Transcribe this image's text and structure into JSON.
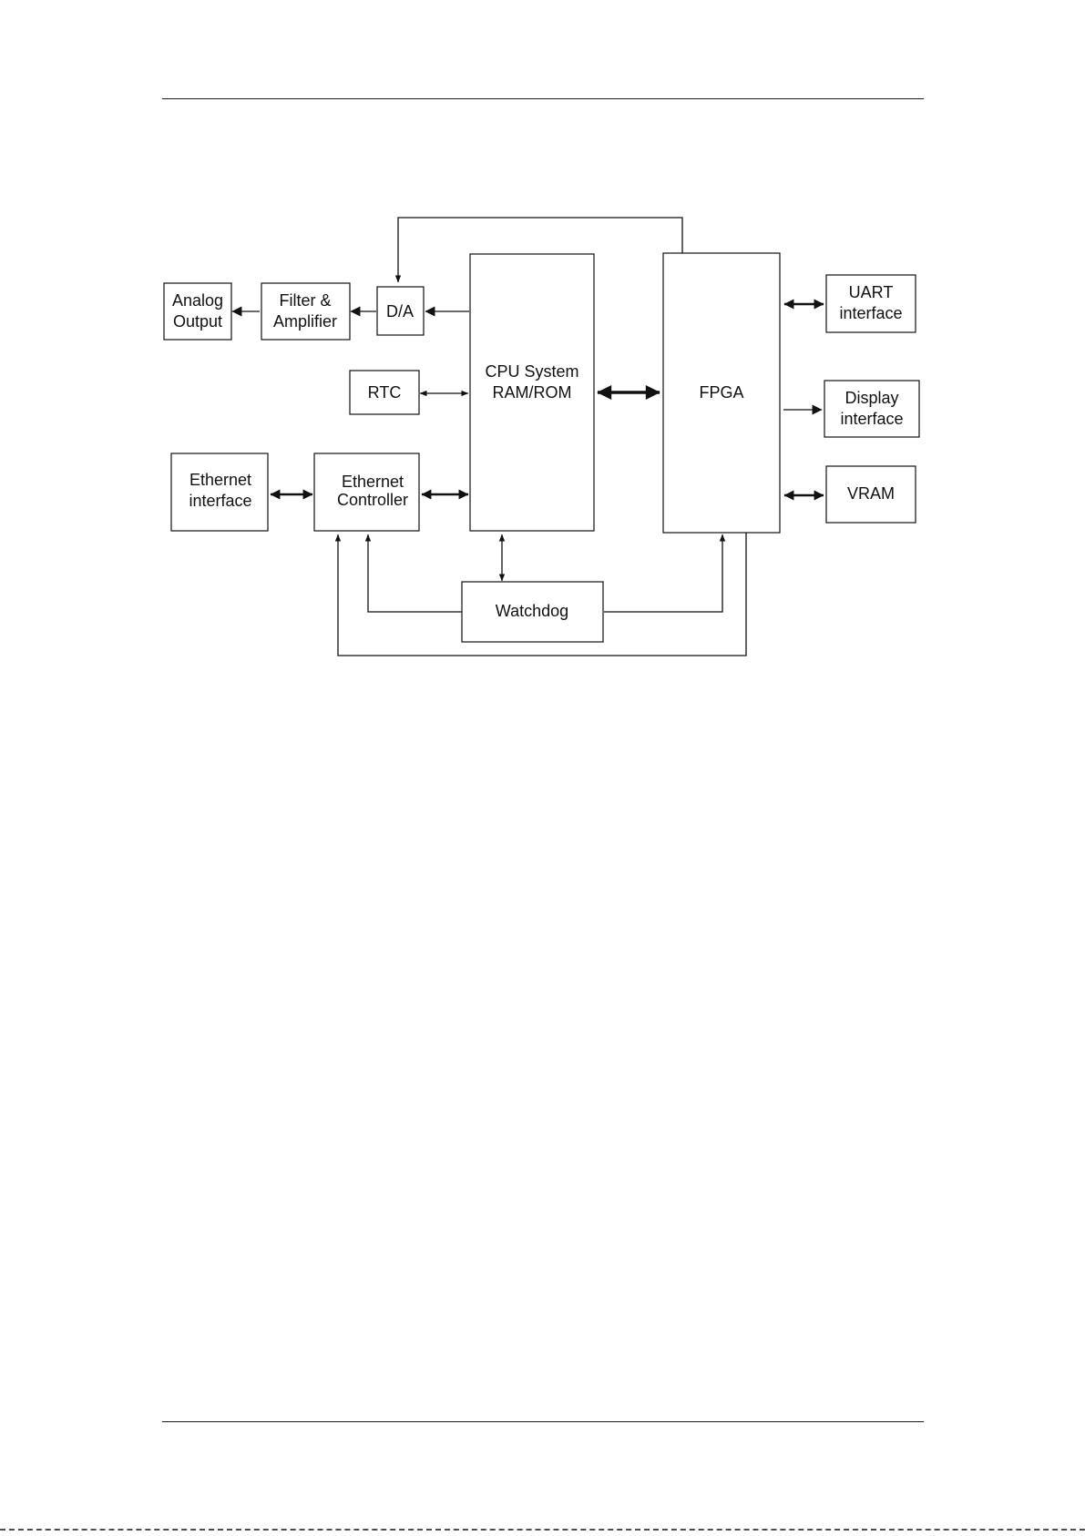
{
  "diagram": {
    "blocks": {
      "analog_output": [
        "Analog",
        "Output"
      ],
      "filter_amplifier": [
        "Filter &",
        "Amplifier"
      ],
      "da": [
        "D/A"
      ],
      "cpu": [
        "CPU System",
        "RAM/ROM"
      ],
      "fpga": [
        "FPGA"
      ],
      "uart": [
        "UART",
        "interface"
      ],
      "display": [
        "Display",
        "interface"
      ],
      "vram": [
        "VRAM"
      ],
      "rtc": [
        "RTC"
      ],
      "ethernet_interface": [
        "Ethernet",
        "interface"
      ],
      "ethernet_controller": [
        "Ethernet",
        "Controller"
      ],
      "watchdog": [
        "Watchdog"
      ]
    }
  }
}
